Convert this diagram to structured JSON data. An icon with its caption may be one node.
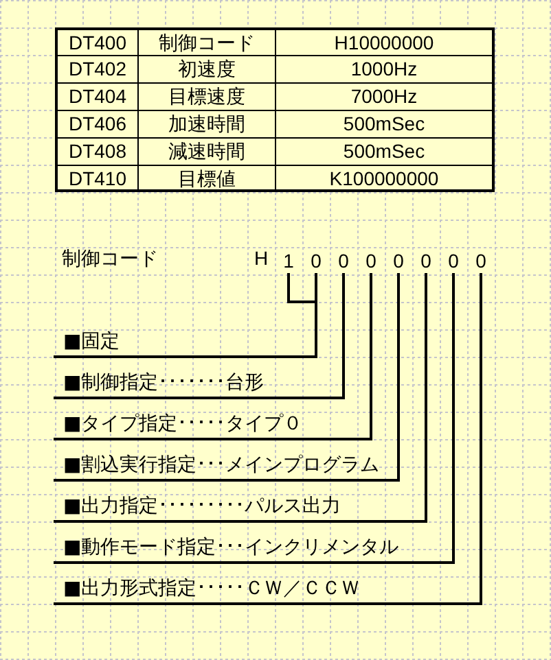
{
  "diagram": {
    "nodes": [
      {
        "text": [
          "1"
        ]
      },
      {
        "text": [
          "0"
        ]
      },
      {
        "text": [
          "0"
        ]
      },
      {
        "text": [
          "0"
        ]
      },
      {
        "text": [
          "0"
        ]
      },
      {
        "text": [
          "0"
        ]
      },
      {
        "text": [
          "0"
        ]
      },
      {
        "text": [
          "0"
        ]
      },
      {
        "text": [
          "■固定"
        ]
      },
      {
        "text": [
          "■制御指定･･･････台形"
        ]
      },
      {
        "text": [
          "■タイプ指定･････タイプ０"
        ]
      },
      {
        "text": [
          "■割込実行指定･･･メインプログラム"
        ]
      },
      {
        "text": [
          "■出力指定･････････パルス出力"
        ]
      },
      {
        "text": [
          "■動作モード指定･･･インクリメンタル"
        ]
      },
      {
        "text": [
          "■出力形式指定･････ＣＷ／ＣＣＷ"
        ]
      }
    ],
    "edges": [
      {
        "from": 0,
        "to": 8,
        "arrow": "none"
      },
      {
        "from": 1,
        "to": 8,
        "arrow": "none"
      },
      {
        "from": 2,
        "to": 9,
        "arrow": "none"
      },
      {
        "from": 3,
        "to": 10,
        "arrow": "none"
      },
      {
        "from": 4,
        "to": 11,
        "arrow": "none"
      },
      {
        "from": 5,
        "to": 12,
        "arrow": "none"
      },
      {
        "from": 6,
        "to": 13,
        "arrow": "none"
      },
      {
        "from": 7,
        "to": 14,
        "arrow": "none"
      }
    ],
    "labels": [
      "DT400",
      "制御コード",
      "H10000000",
      "DT402",
      "初速度",
      "1000Hz",
      "DT404",
      "目標速度",
      "7000Hz",
      "DT406",
      "加速時間",
      "500mSec",
      "DT408",
      "減速時間",
      "500mSec",
      "DT410",
      "目標値",
      "K100000000",
      "制御コード",
      "H"
    ]
  }
}
